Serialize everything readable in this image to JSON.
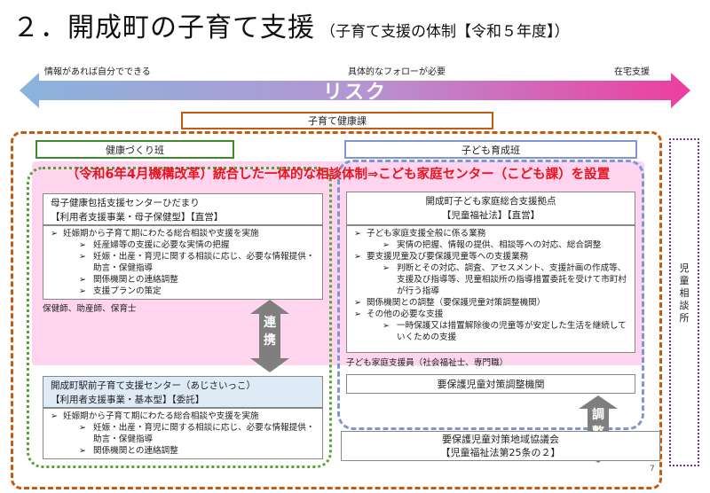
{
  "title": {
    "main": "２．開成町の子育て支援",
    "sub": "（子育て支援の体制【令和５年度】）"
  },
  "risk_arrow": {
    "left_label": "情報があれば自分でできる",
    "center_label": "具体的なフォローが必要",
    "right_label": "在宅支援",
    "title": "リスク",
    "colors": {
      "left": "#8ab4dd",
      "right": "#ee3d9e"
    }
  },
  "department": "子育て健康課",
  "units": {
    "left": "健康づくり班",
    "right": "子ども育成班"
  },
  "reform_banner": "（令和6年4月機構改革）統合した一体的な相談体制⇒こども家庭センター（こども課）を設置",
  "hidamari": {
    "title_line1": "母子健康包括支援センターひだまり",
    "title_line2": "【利用者支援事業・母子保健型】【直営】",
    "items": [
      {
        "level": 1,
        "marker": "➢",
        "text": "妊娠期から子育て期にわたる総合相談や支援を実施"
      },
      {
        "level": 2,
        "marker": "➢",
        "text": "妊産婦等の支援に必要な実情の把握"
      },
      {
        "level": 2,
        "marker": "➢",
        "text": "妊娠・出産・育児に関する相談に応じ、必要な情報提供・助言・保健指導"
      },
      {
        "level": 2,
        "marker": "➢",
        "text": "関係機関との連絡調整"
      },
      {
        "level": 2,
        "marker": "➢",
        "text": "支援プランの策定"
      }
    ],
    "staff": "保健師、助産師、保育士"
  },
  "kodomo_katei": {
    "title_line1": "開成町子ども家庭総合支援拠点",
    "title_line2": "【児童福祉法】【直営】",
    "items": [
      {
        "level": 1,
        "marker": "➢",
        "text": "子ども家庭支援全般に係る業務"
      },
      {
        "level": 2,
        "marker": "➢",
        "text": "実情の把握、情報の提供、相談等への対応、総合調整"
      },
      {
        "level": 1,
        "marker": "➢",
        "text": "要支援児童及び要保護児童等への支援業務"
      },
      {
        "level": 2,
        "marker": "➢",
        "text": "判断とその対応、調査、アセスメント、支援計画の作成等、支援及び指導等、児童相談所の指導措置委託を受けて市町村が行う指導"
      },
      {
        "level": 1,
        "marker": "➢",
        "text": "関係機関との調整（要保護児童対策調整機関）"
      },
      {
        "level": 1,
        "marker": "➢",
        "text": "その他の必要な支援"
      },
      {
        "level": 2,
        "marker": "➢",
        "text": "一時保護又は措置解除後の児童等が安定した生活を継続していくための支援"
      }
    ],
    "staff": "子ども家庭支援員（社会福祉士、専門職）"
  },
  "renkei": {
    "char1": "連",
    "char2": "携"
  },
  "ajisaikko": {
    "title_line1": "開成町駅前子育て支援センター（あじさいっこ）",
    "title_line2": "【利用者支援事業・基本型】【委託】",
    "items": [
      {
        "level": 1,
        "marker": "➢",
        "text": "妊娠期から子育て期にわたる総合相談や支援を実施"
      },
      {
        "level": 2,
        "marker": "➢",
        "text": "妊娠・出産・育児に関する相談に応じ、必要な情報提供・助言・保健指導"
      },
      {
        "level": 2,
        "marker": "➢",
        "text": "関係機関との連絡調整"
      }
    ]
  },
  "yohogo_chosei": "要保護児童対策調整機関",
  "chosei": {
    "char1": "調",
    "char2": "整"
  },
  "kyogikai": {
    "line1": "要保護児童対策地域協議会",
    "line2": "【児童福祉法第25条の２】"
  },
  "jidou_soudan": "児童相談所",
  "page_number": "7"
}
